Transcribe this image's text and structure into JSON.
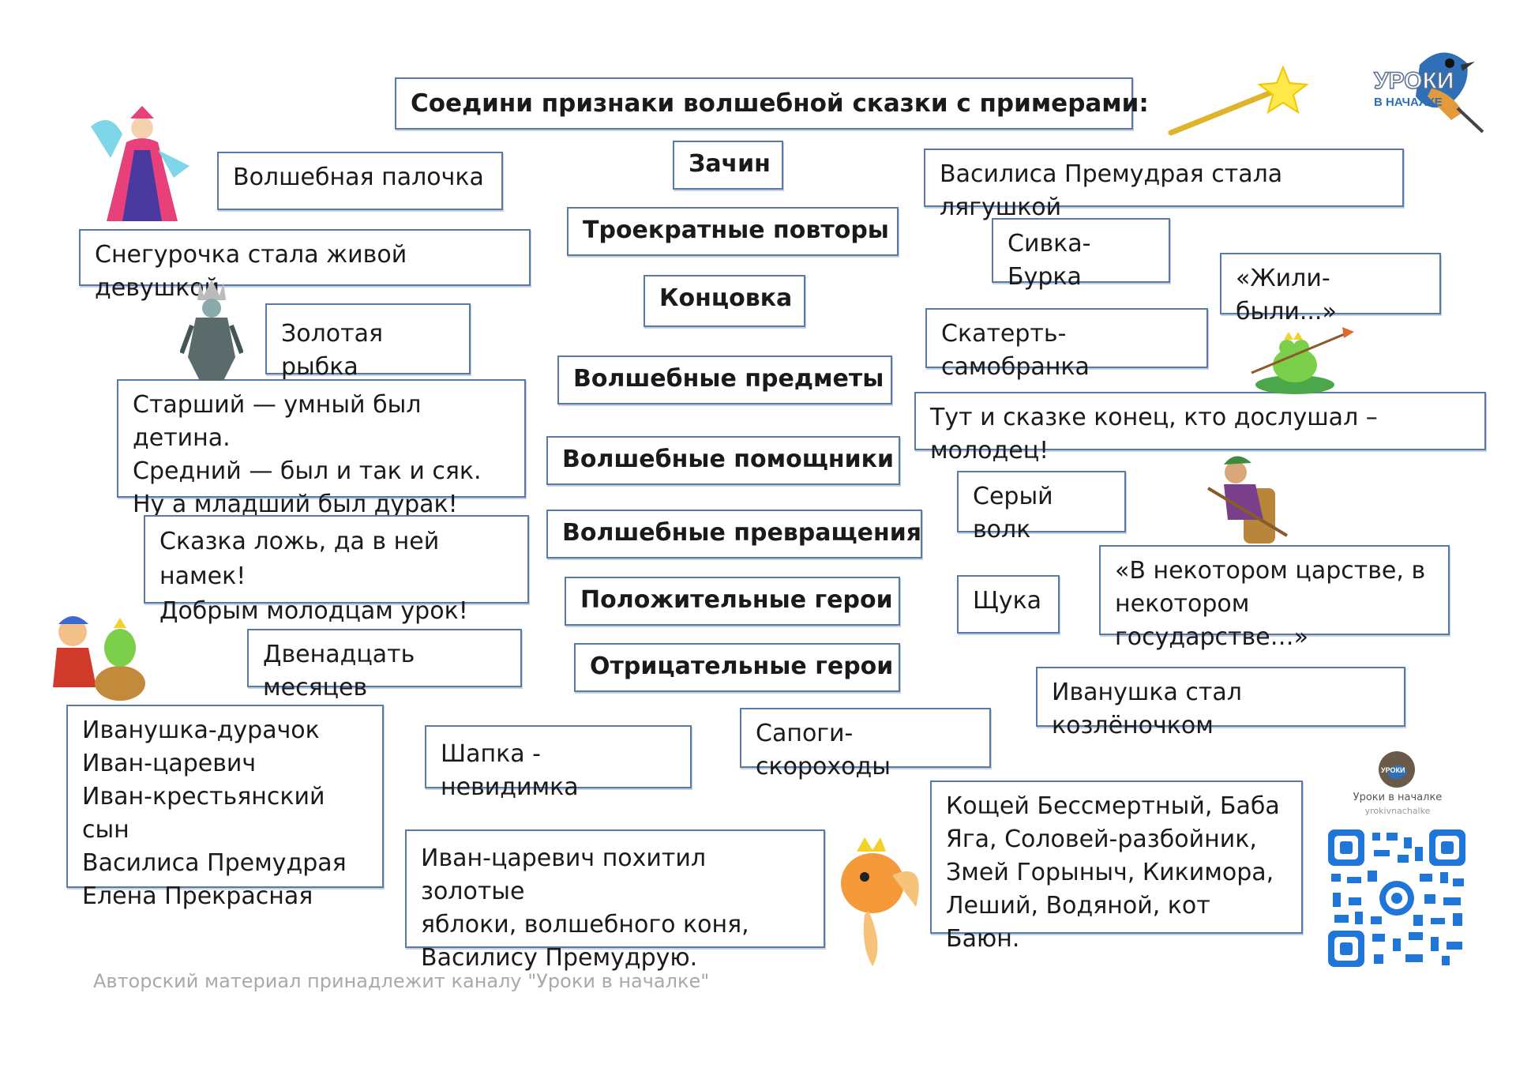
{
  "title": "Соедини признаки волшебной сказки с примерами:",
  "logo_text": {
    "line1": "УРОКИ",
    "line2": "В НАЧАЛКЕ"
  },
  "categories": [
    "Зачин",
    "Троекратные повторы",
    "Концовка",
    "Волшебные предметы",
    "Волшебные помощники",
    "Волшебные превращения",
    "Положительные герои",
    "Отрицательные герои"
  ],
  "examples": {
    "wand": "Волшебная палочка",
    "snow_maiden": "Снегурочка стала живой девушкой",
    "golden_fish": "Золотая рыбка",
    "three_sons": "Старший — умный был детина.\nСредний — был и так и сяк.\nНу а младший был дурак!",
    "moral": "Сказка ложь, да в ней намек!\nДобрым молодцам урок!",
    "twelve_months": "Двенадцать месяцев",
    "heroes_positive": "Иванушка-дурачок\nИван-царевич\nИван-крестьянский сын\nВасилиса Премудрая\nЕлена Прекрасная",
    "invisible_hat": "Шапка - невидимка",
    "stole": "Иван-царевич похитил золотые\nяблоки, волшебного коня,\nВасилису Премудрую.",
    "boots": "Сапоги-скороходы",
    "vasilisa_frog": "Василиса Премудрая стала лягушкой",
    "sivka": "Сивка-Бурка",
    "once_upon": "«Жили-были...»",
    "tablecloth": "Скатерть-самобранка",
    "ending": "Тут и сказке конец, кто дослушал – молодец!",
    "grey_wolf": "Серый волк",
    "pike": "Щука",
    "kingdom": "«В некотором царстве, в\nнекотором государстве…»",
    "ivanushka_goat": "Иванушка стал козлёночком",
    "villains": "Кощей Бессмертный, Баба\nЯга, Соловей-разбойник,\nЗмей Горыныч, Кикимора,\nЛеший, Водяной, кот Баюн."
  },
  "qr": {
    "avatar_text": "УРОКИ",
    "channel": "Уроки в началке",
    "handle": "yrokivnachalke"
  },
  "footer": "Авторский материал принадлежит каналу \"Уроки в началке\"",
  "colors": {
    "border": "#5a7aa6",
    "footer": "#a9a9a9"
  }
}
